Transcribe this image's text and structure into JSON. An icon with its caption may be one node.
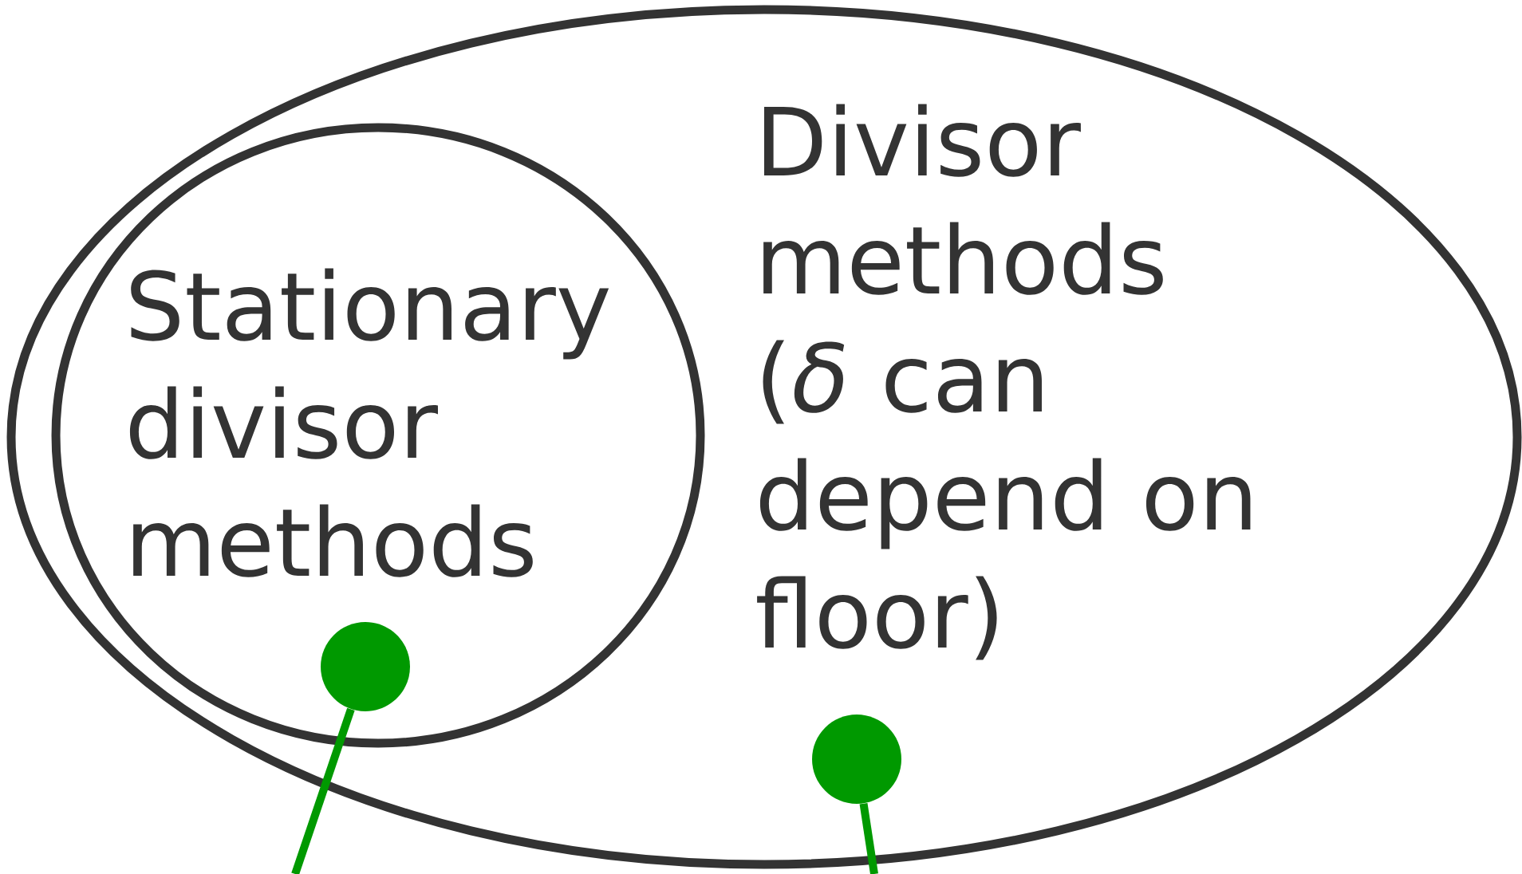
{
  "diagram": {
    "nodes": [
      {
        "text": [
          "Divisor methods (*δ* can depend on floor)"
        ]
      },
      {
        "text": [
          "Stationary divisor methods"
        ],
        "in": 0
      },
      {
        "text": [],
        "shape": "circle",
        "in": 1
      },
      {
        "text": [],
        "shape": "circle",
        "in": 0
      }
    ],
    "edges": [
      {
        "from": 2,
        "to": null,
        "arrow": "none"
      },
      {
        "from": 3,
        "to": null,
        "arrow": "none"
      }
    ]
  }
}
